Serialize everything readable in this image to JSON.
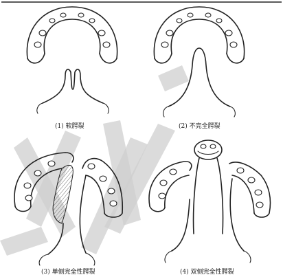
{
  "captions": {
    "panel1": "(1) 软腭裂",
    "panel2": "(2) 不完全腭裂",
    "panel3": "(3) 单侧完全性腭裂",
    "panel4": "(4) 双侧完全性腭裂"
  }
}
